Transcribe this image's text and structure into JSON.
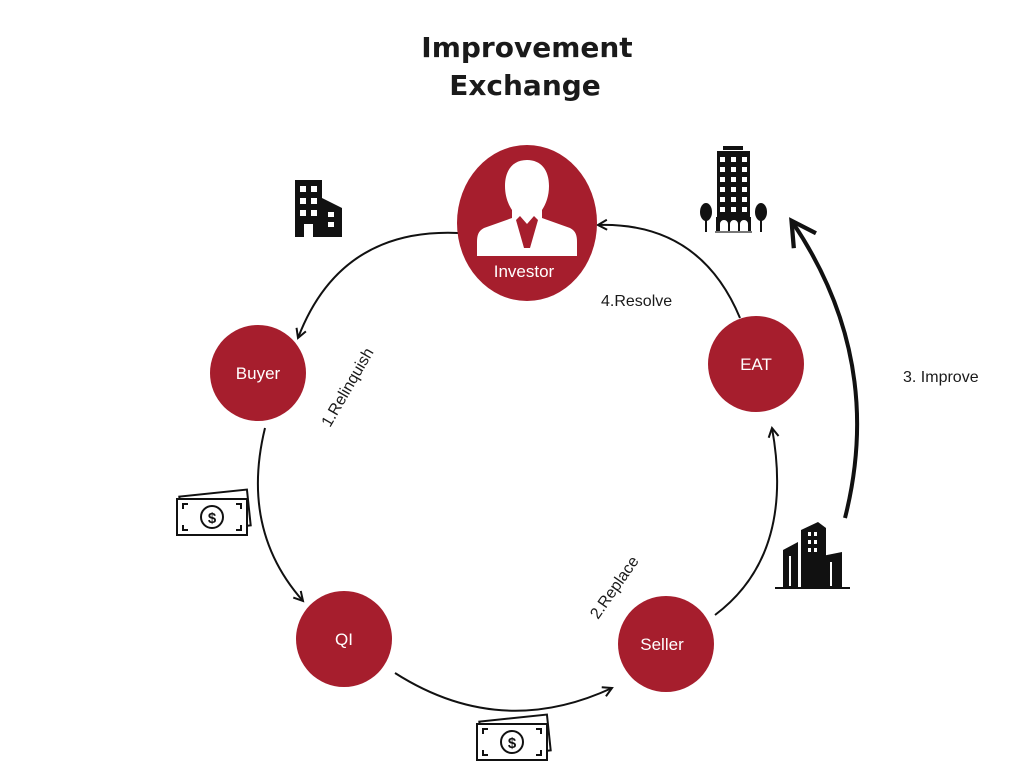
{
  "title": {
    "line1": "Improvement",
    "line2": "Exchange"
  },
  "colors": {
    "node": "#A61E2D",
    "line": "#111111"
  },
  "nodes": {
    "investor": "Investor",
    "buyer": "Buyer",
    "eat": "EAT",
    "qi": "QI",
    "seller": "Seller"
  },
  "edges": {
    "relinquish": "1.Relinquish",
    "replace": "2.Replace",
    "improve": "3. Improve",
    "resolve": "4.Resolve"
  },
  "icons": [
    "person-icon",
    "office-building-icon",
    "tower-with-trees-icon",
    "skyscrapers-icon",
    "cash-icon"
  ]
}
